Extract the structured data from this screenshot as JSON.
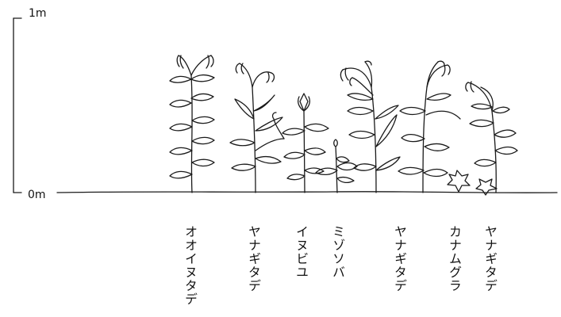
{
  "scale": {
    "top_label": "1m",
    "bottom_label": "0m"
  },
  "plants": [
    {
      "name": "オオイヌタデ"
    },
    {
      "name": "ヤナギタデ"
    },
    {
      "name": "イヌビユ"
    },
    {
      "name": "ミゾソバ"
    },
    {
      "name": "ヤナギタデ"
    },
    {
      "name": "カナムグラ"
    },
    {
      "name": "ヤナギタデ"
    }
  ],
  "colors": {
    "line": "#1a1a1a",
    "background": "#ffffff"
  }
}
